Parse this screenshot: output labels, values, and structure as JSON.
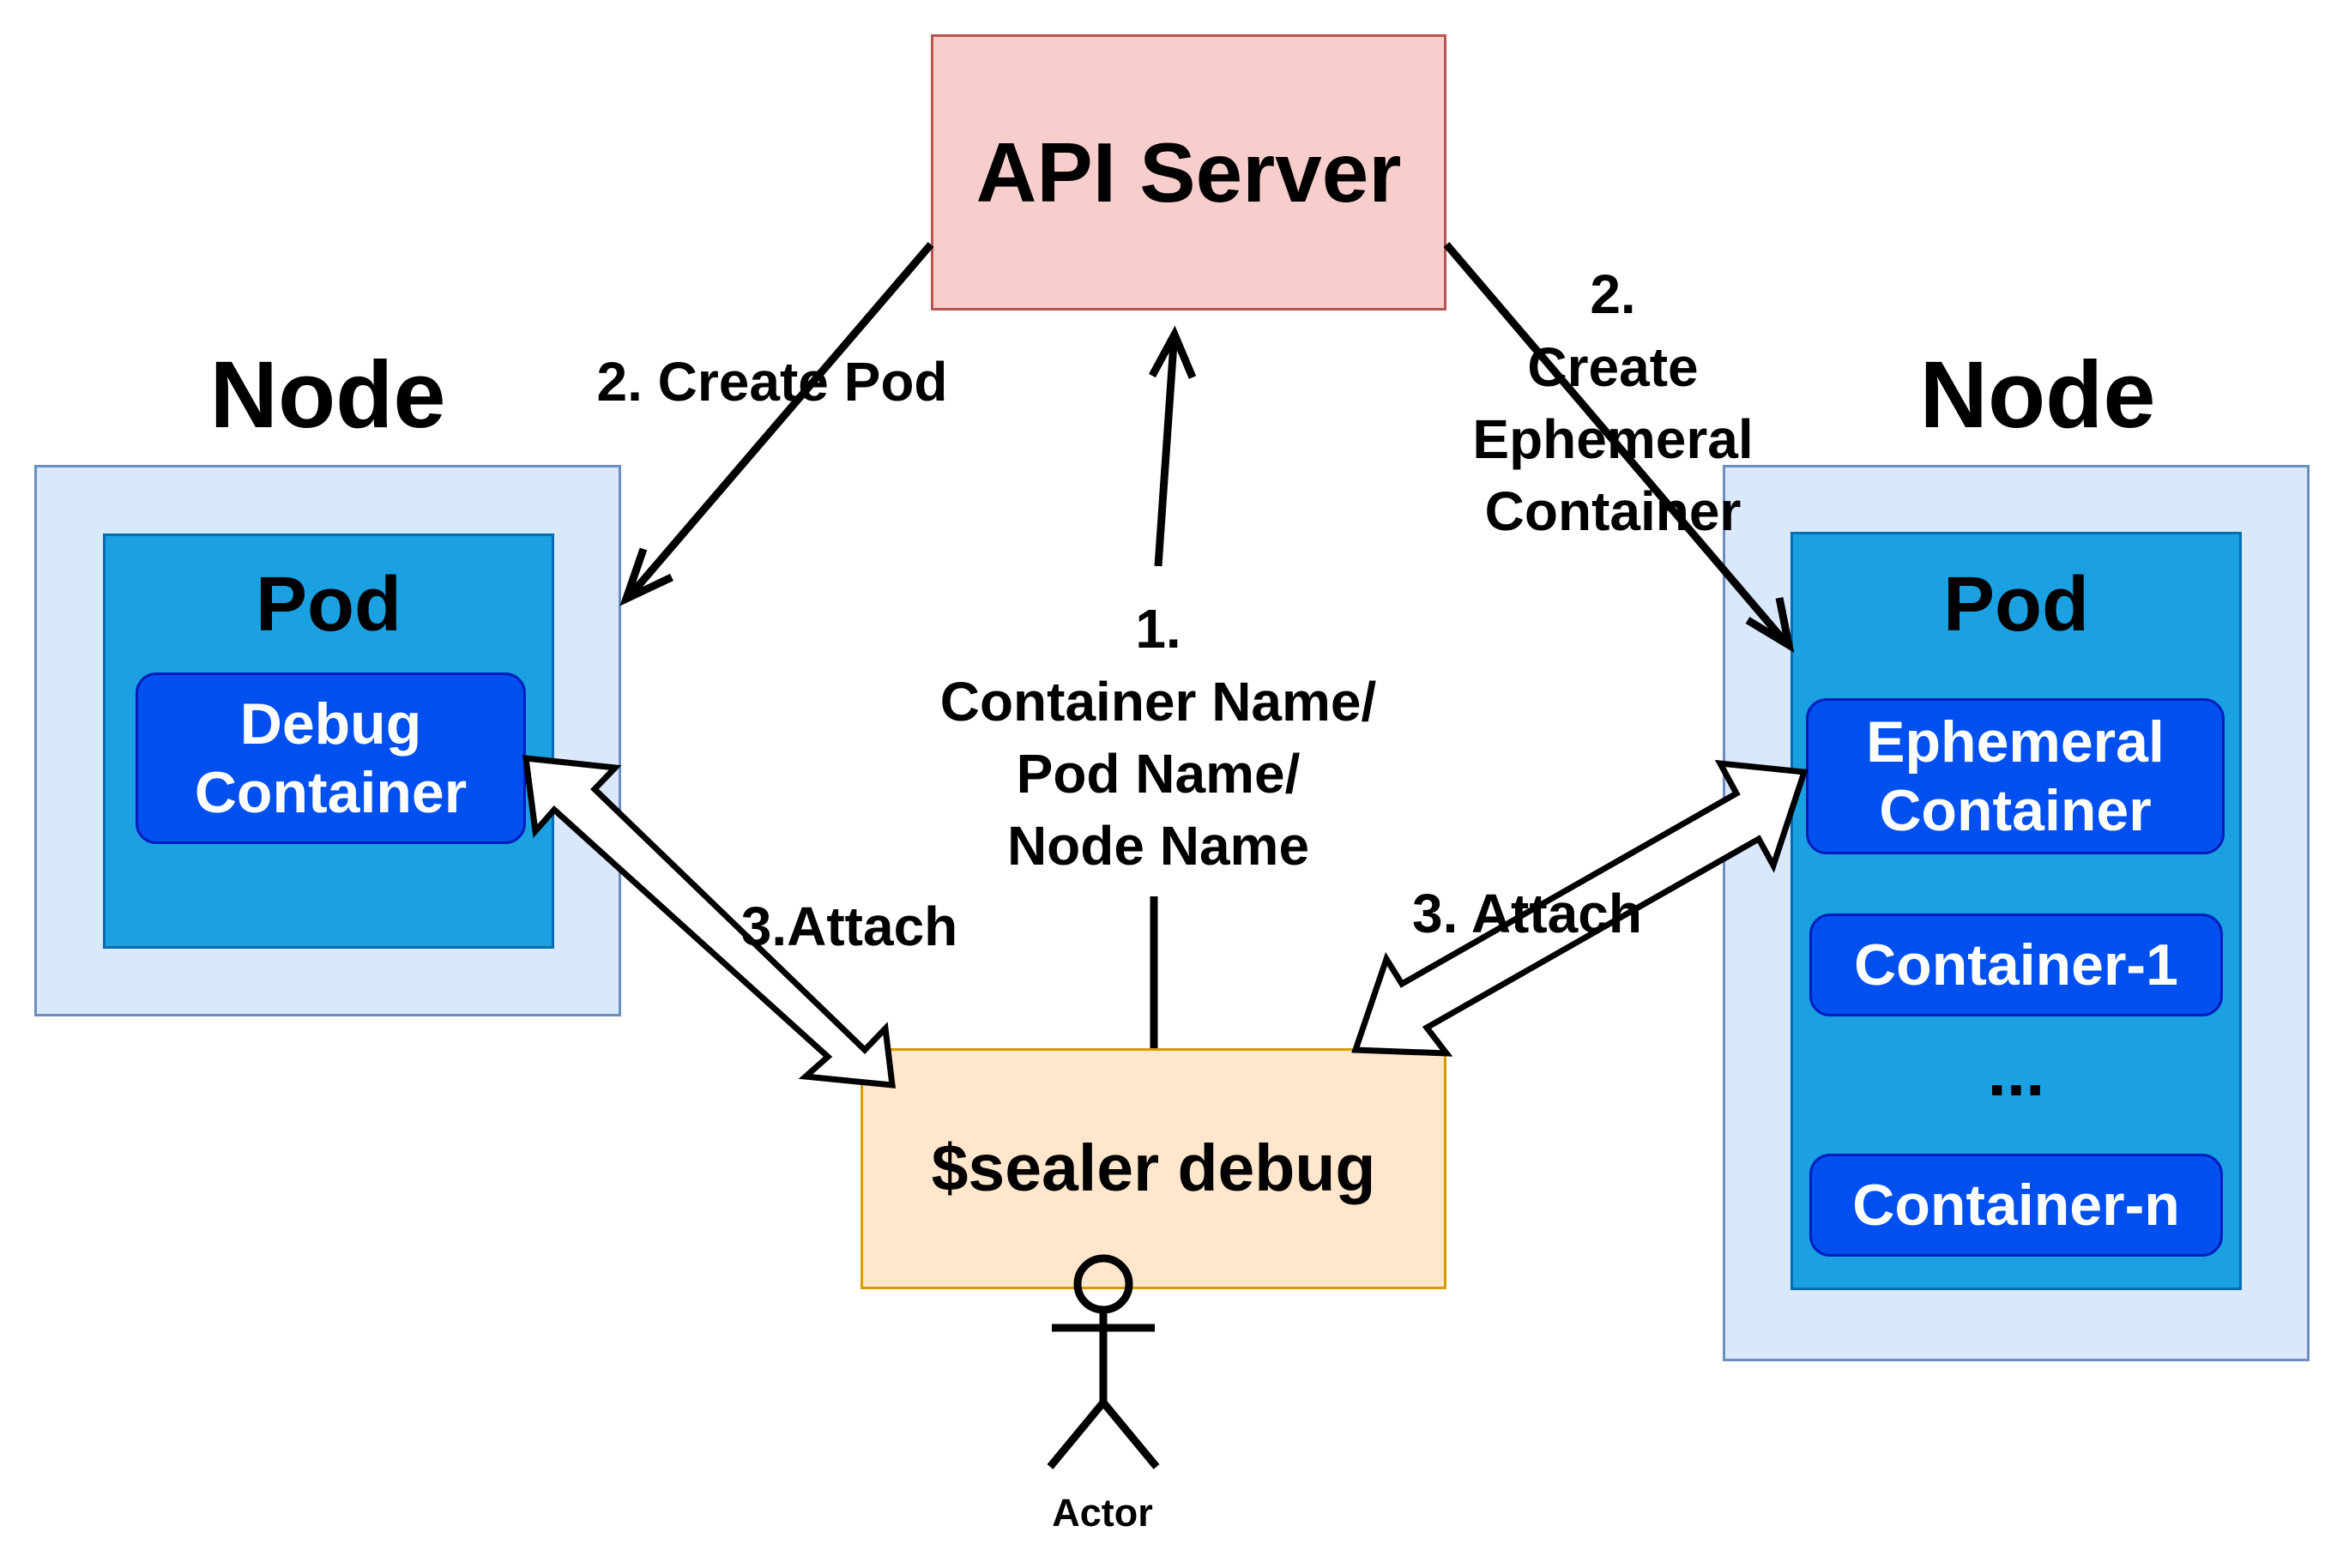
{
  "api_server": {
    "label": "API Server"
  },
  "sealer_debug": {
    "label": "$sealer debug"
  },
  "node_left": {
    "label": "Node",
    "pod_label": "Pod",
    "debug_container": [
      "Debug",
      "Container"
    ]
  },
  "node_right": {
    "label": "Node",
    "pod_label": "Pod",
    "ephemeral_container": [
      "Ephemeral",
      "Container"
    ],
    "container_1": "Container-1",
    "ellipsis": "...",
    "container_n": "Container-n"
  },
  "edges": {
    "create_pod": "2. Create Pod",
    "create_ephemeral": [
      "2.",
      "Create",
      "Ephemeral",
      "Container"
    ],
    "request": [
      "1.",
      "Container Name/",
      "Pod Name/",
      "Node Name"
    ],
    "attach_left": "3.Attach",
    "attach_right": "3. Attach"
  },
  "actor": {
    "label": "Actor"
  },
  "colors": {
    "api_fill": "#f8cecc",
    "api_stroke": "#b85450",
    "debug_fill": "#ffe6cc",
    "debug_stroke": "#d79b00",
    "node_fill": "#dae8fc",
    "node_stroke": "#6c8ebf",
    "pod_fill": "#1ba1e2",
    "pod_stroke": "#006eaf",
    "container_fill": "#0050ef",
    "container_stroke": "#001dbc"
  }
}
